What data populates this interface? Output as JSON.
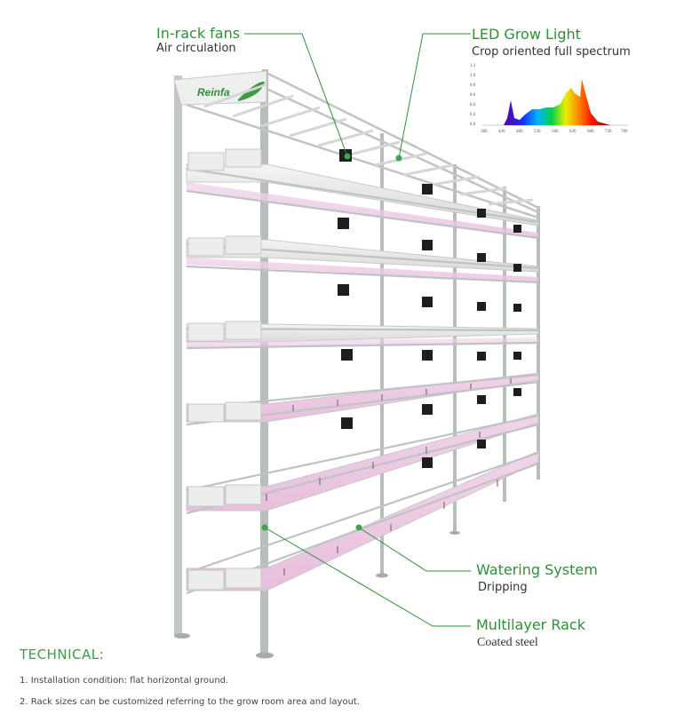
{
  "brand": "Reinfa",
  "callouts": {
    "fans": {
      "title": "In-rack fans",
      "subtitle": "Air circulation"
    },
    "light": {
      "title": "LED Grow Light",
      "subtitle": "Crop oriented full spectrum"
    },
    "watering": {
      "title": "Watering System",
      "subtitle": "Dripping"
    },
    "rack": {
      "title": "Multilayer Rack",
      "subtitle": "Coated steel"
    }
  },
  "technical": {
    "title": "TECHNICAL:",
    "lines": [
      "1. Installation condition: flat horizontal ground.",
      "2. Rack sizes can be customized referring to the grow room area and layout."
    ]
  },
  "spectrum_chart": {
    "y_ticks": [
      "1.2",
      "1.0",
      "0.8",
      "0.6",
      "0.4",
      "0.2",
      "0.0"
    ],
    "x_ticks": [
      "380",
      "430",
      "480",
      "530",
      "580",
      "630",
      "680",
      "730",
      "780"
    ]
  },
  "colors": {
    "accent_green": "#2f8f3a",
    "frame": "#b9bdbd",
    "led_pink": "#e8c6de"
  }
}
